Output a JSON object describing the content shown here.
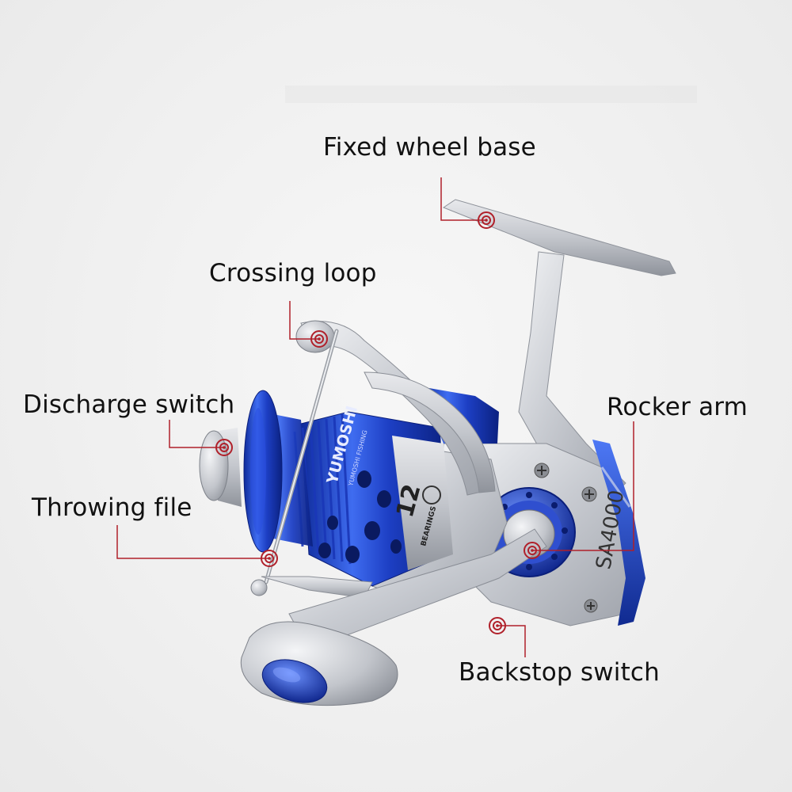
{
  "labels": {
    "fixed_wheel_base": "Fixed wheel base",
    "crossing_loop": "Crossing loop",
    "discharge_switch": "Discharge switch",
    "rocker_arm": "Rocker arm",
    "throwing_file": "Throwing file",
    "backstop_switch": "Backstop switch"
  },
  "reel": {
    "brand": "YUMOSHI",
    "brand_sub": "YUMOSHI FISHING",
    "bearings_count": "12",
    "bearings_label": "BEARINGS",
    "model": "SA4000"
  },
  "colors": {
    "leader_line": "#b0202a",
    "accent_blue": "#1d3fc4",
    "silver": "#c9ccd2"
  }
}
